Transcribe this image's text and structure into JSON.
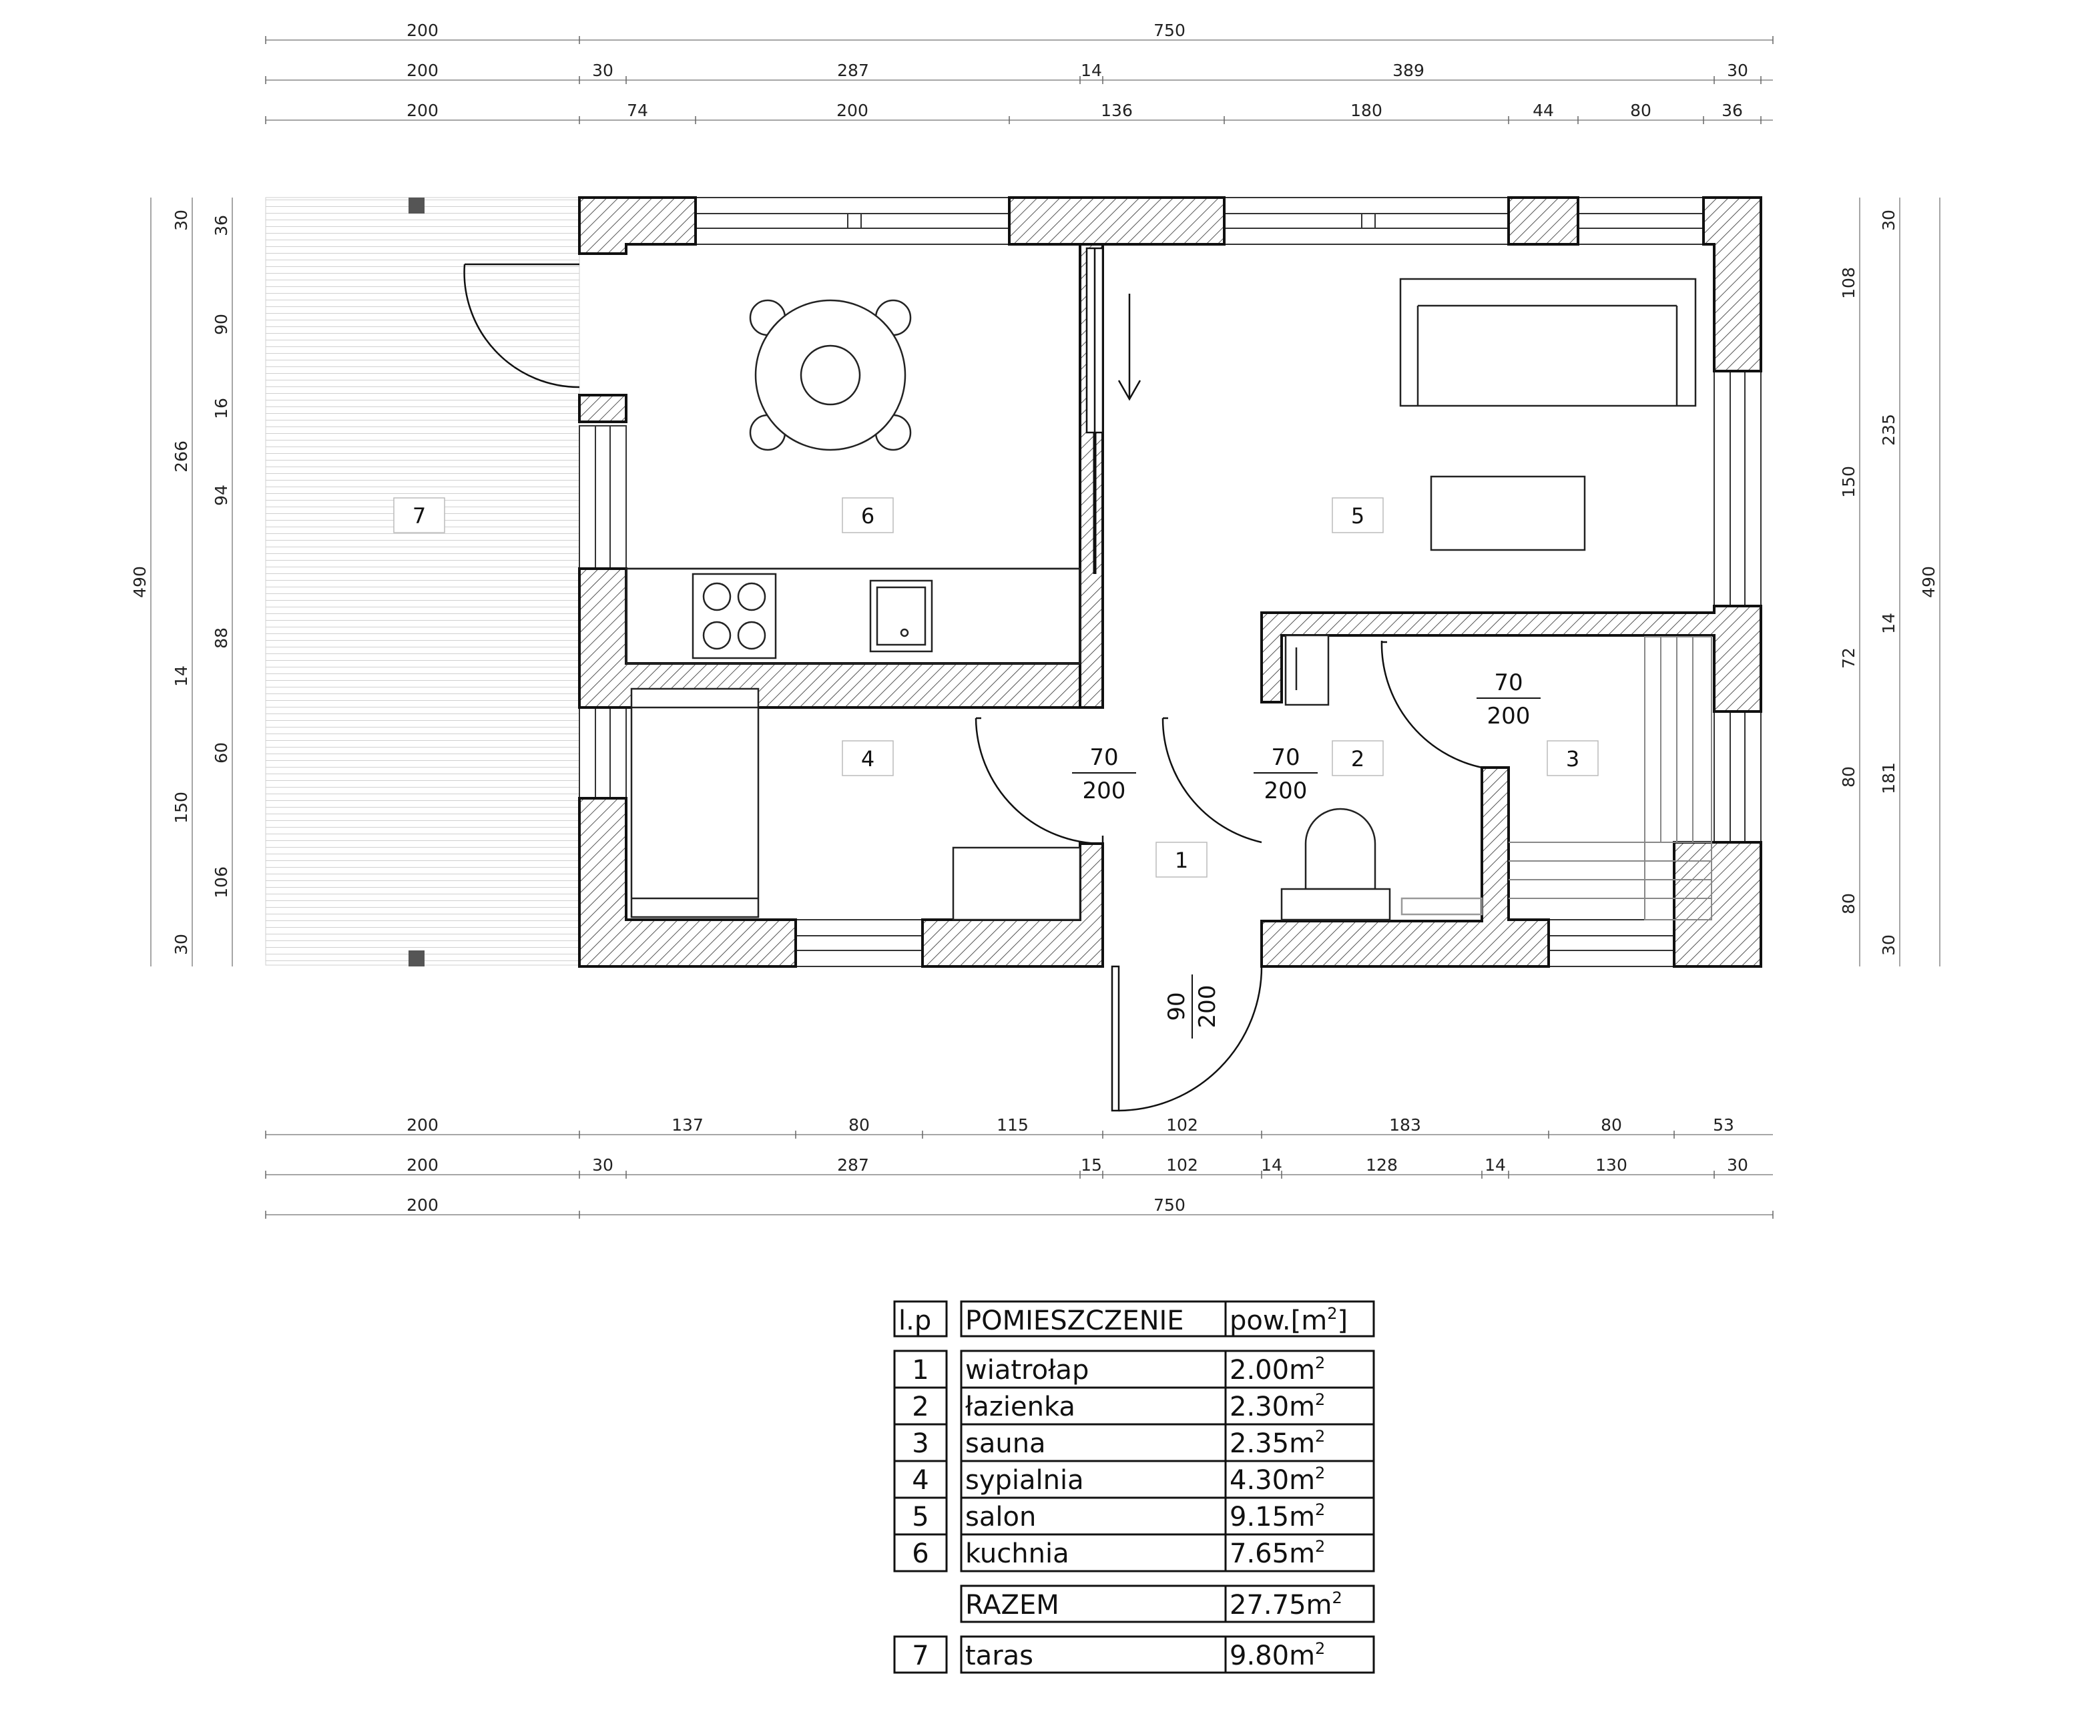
{
  "top_dimensions": {
    "row1": [
      "200",
      "750"
    ],
    "row2": [
      "200",
      "30",
      "287",
      "14",
      "389",
      "30"
    ],
    "row3": [
      "200",
      "74",
      "200",
      "136",
      "180",
      "44",
      "80",
      "36"
    ]
  },
  "bottom_dimensions": {
    "row1": [
      "200",
      "137",
      "80",
      "115",
      "102",
      "183",
      "80",
      "53"
    ],
    "row2": [
      "200",
      "30",
      "287",
      "15",
      "102",
      "14",
      "128",
      "14",
      "130",
      "30"
    ],
    "row3": [
      "200",
      "750"
    ]
  },
  "left_dimensions": {
    "outer": [
      "490"
    ],
    "middle": [
      "30",
      "266",
      "14",
      "150",
      "30"
    ],
    "inner": [
      "36",
      "90",
      "16",
      "94",
      "88",
      "60",
      "106"
    ]
  },
  "right_dimensions": {
    "inner": [
      "108",
      "150",
      "72",
      "80",
      "80"
    ],
    "middle": [
      "30",
      "235",
      "14",
      "181",
      "30"
    ],
    "outer": [
      "490"
    ]
  },
  "room_labels": [
    "7",
    "6",
    "5",
    "4",
    "2",
    "3",
    "1"
  ],
  "door_labels": [
    {
      "w": "70",
      "h": "200"
    },
    {
      "w": "70",
      "h": "200"
    },
    {
      "w": "70",
      "h": "200"
    },
    {
      "w": "90",
      "h": "200"
    }
  ],
  "room_table": {
    "headers": {
      "no": "l.p",
      "name": "POMIESZCZENIE",
      "area": "pow.[m",
      "area_sup": "2",
      "area_close": "]"
    },
    "rows": [
      {
        "no": "1",
        "name": "wiatrołap",
        "area": "2.00m",
        "sup": "2"
      },
      {
        "no": "2",
        "name": "łazienka",
        "area": "2.30m",
        "sup": "2"
      },
      {
        "no": "3",
        "name": "sauna",
        "area": "2.35m",
        "sup": "2"
      },
      {
        "no": "4",
        "name": "sypialnia",
        "area": "4.30m",
        "sup": "2"
      },
      {
        "no": "5",
        "name": "salon",
        "area": "9.15m",
        "sup": "2"
      },
      {
        "no": "6",
        "name": "kuchnia",
        "area": "7.65m",
        "sup": "2"
      }
    ],
    "total": {
      "name": "RAZEM",
      "area": "27.75m",
      "sup": "2"
    },
    "terrace": {
      "no": "7",
      "name": "taras",
      "area": "9.80m",
      "sup": "2"
    }
  }
}
